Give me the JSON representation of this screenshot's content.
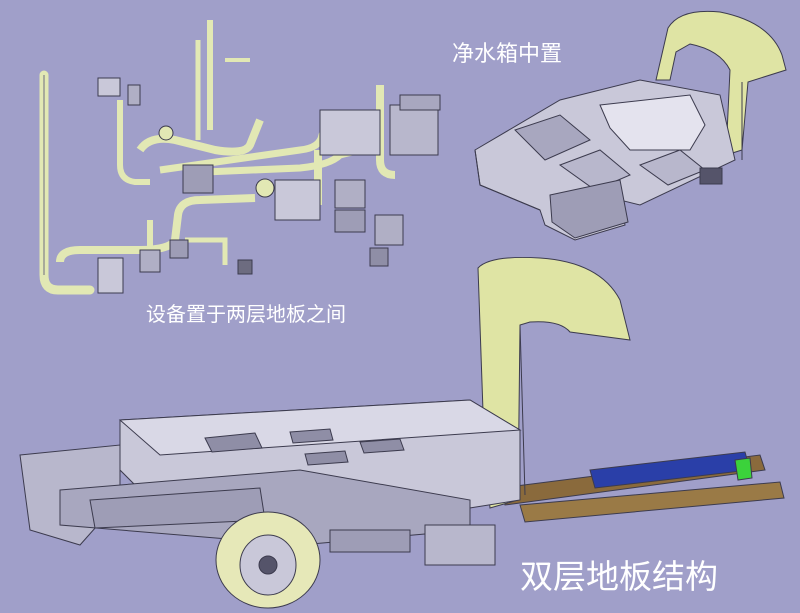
{
  "captions": {
    "water_tank": "净水箱中置",
    "equipment": "设备置于两层地板之间",
    "floor_structure": "双层地板结构"
  },
  "colors": {
    "background": "#a09fc9",
    "pipe": "#e2e8b4",
    "panel": "#c9c8d9",
    "panel_dark": "#8f8ea6",
    "cab": "#dfe4a4",
    "chassis_frame": "#8a6a3c",
    "tire": "#e6e8b8",
    "accent_blue": "#2a3fa8",
    "accent_green": "#3bd23b",
    "caption_text": "#ffffff"
  }
}
